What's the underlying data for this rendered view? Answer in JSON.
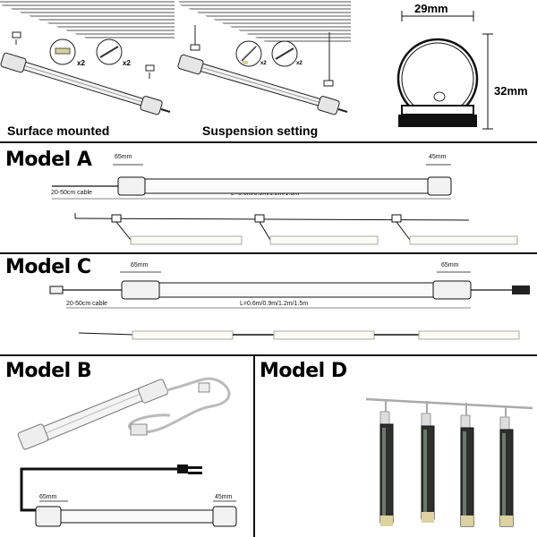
{
  "top": {
    "surface_caption": "Surface mounted",
    "suspension_caption": "Suspension setting",
    "qty_a": "x2",
    "qty_b": "x2",
    "qty_c": "x2",
    "qty_d": "x2",
    "width_label": "29mm",
    "height_label": "32mm"
  },
  "model_a": {
    "title": "Model A",
    "left_dim": "65mm",
    "right_dim": "45mm",
    "cable_label": "20-50cm  cable",
    "length_label": "L=0.6m/0.9m/1.2m/1.5m"
  },
  "model_c": {
    "title": "Model C",
    "left_dim": "65mm",
    "right_dim": "65mm",
    "cable_label": "20-50cm  cable",
    "length_label": "L=0.6m/0.9m/1.2m/1.5m"
  },
  "model_b": {
    "title": "Model B",
    "left_dim": "65mm",
    "right_dim": "45mm"
  },
  "model_d": {
    "title": "Model D"
  }
}
